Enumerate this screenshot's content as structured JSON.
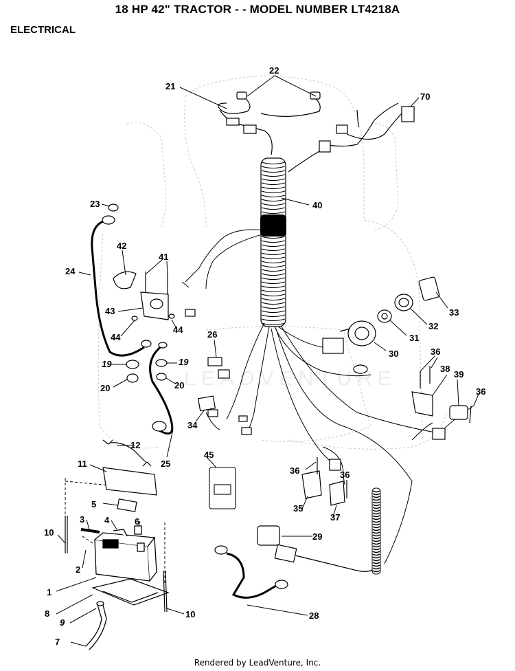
{
  "header": {
    "title": "18 HP 42\" TRACTOR - - MODEL NUMBER LT4218A",
    "section": "ELECTRICAL"
  },
  "footer": {
    "text": "Rendered by LeadVenture, Inc."
  },
  "watermark": {
    "text": "LEADVENTURE"
  },
  "callouts": [
    {
      "id": "c22",
      "text": "22"
    },
    {
      "id": "c21",
      "text": "21"
    },
    {
      "id": "c70",
      "text": "70"
    },
    {
      "id": "c40",
      "text": "40"
    },
    {
      "id": "c23",
      "text": "23"
    },
    {
      "id": "c42",
      "text": "42"
    },
    {
      "id": "c41",
      "text": "41"
    },
    {
      "id": "c24",
      "text": "24"
    },
    {
      "id": "c43",
      "text": "43"
    },
    {
      "id": "c44a",
      "text": "44"
    },
    {
      "id": "c44b",
      "text": "44"
    },
    {
      "id": "c19a",
      "text": "19"
    },
    {
      "id": "c19b",
      "text": "19"
    },
    {
      "id": "c20a",
      "text": "20"
    },
    {
      "id": "c20b",
      "text": "20"
    },
    {
      "id": "c26",
      "text": "26"
    },
    {
      "id": "c33",
      "text": "33"
    },
    {
      "id": "c32",
      "text": "32"
    },
    {
      "id": "c31",
      "text": "31"
    },
    {
      "id": "c30",
      "text": "30"
    },
    {
      "id": "c36a",
      "text": "36"
    },
    {
      "id": "c38",
      "text": "38"
    },
    {
      "id": "c39",
      "text": "39"
    },
    {
      "id": "c36b",
      "text": "36"
    },
    {
      "id": "c34",
      "text": "34"
    },
    {
      "id": "c25",
      "text": "25"
    },
    {
      "id": "c12",
      "text": "12"
    },
    {
      "id": "c11",
      "text": "11"
    },
    {
      "id": "c45",
      "text": "45"
    },
    {
      "id": "c36c",
      "text": "36"
    },
    {
      "id": "c36d",
      "text": "36"
    },
    {
      "id": "c35",
      "text": "35"
    },
    {
      "id": "c37",
      "text": "37"
    },
    {
      "id": "c5",
      "text": "5"
    },
    {
      "id": "c3",
      "text": "3"
    },
    {
      "id": "c4",
      "text": "4"
    },
    {
      "id": "c6",
      "text": "6"
    },
    {
      "id": "c10a",
      "text": "10"
    },
    {
      "id": "c2",
      "text": "2"
    },
    {
      "id": "c29",
      "text": "29"
    },
    {
      "id": "c1",
      "text": "1"
    },
    {
      "id": "c8",
      "text": "8"
    },
    {
      "id": "c9",
      "text": "9"
    },
    {
      "id": "c10b",
      "text": "10"
    },
    {
      "id": "c28",
      "text": "28"
    },
    {
      "id": "c7",
      "text": "7"
    }
  ]
}
